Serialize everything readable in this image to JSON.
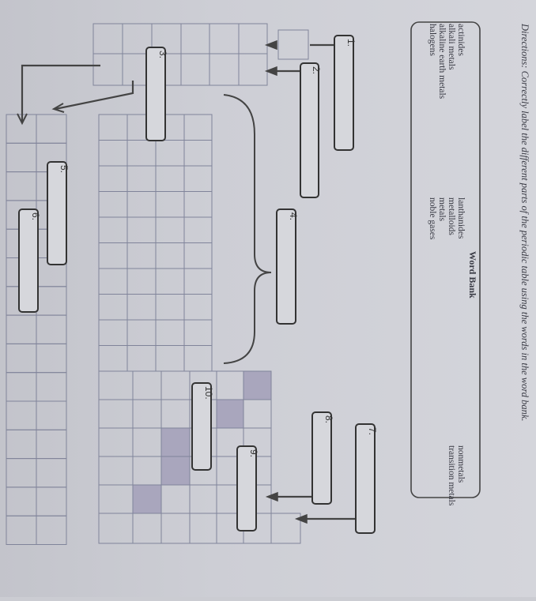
{
  "directions": "Directions: Correctly label the different parts of the periodic table using the words in the word bank.",
  "word_bank": {
    "title": "Word Bank",
    "columns": [
      [
        "actinides",
        "alkali metals",
        "alkaline earth metals",
        "halogens"
      ],
      [
        "lanthanides",
        "metalloids",
        "metals",
        "noble gases"
      ],
      [
        "nonmetals",
        "transition metals"
      ]
    ]
  },
  "labels": [
    "1.",
    "2.",
    "3.",
    "4.",
    "5.",
    "6.",
    "7.",
    "8.",
    "9.",
    "10."
  ],
  "colors": {
    "paper": "#cdced5",
    "grid": "#80849a",
    "ink": "#3a3b45",
    "shade": "#a9a6bd"
  }
}
